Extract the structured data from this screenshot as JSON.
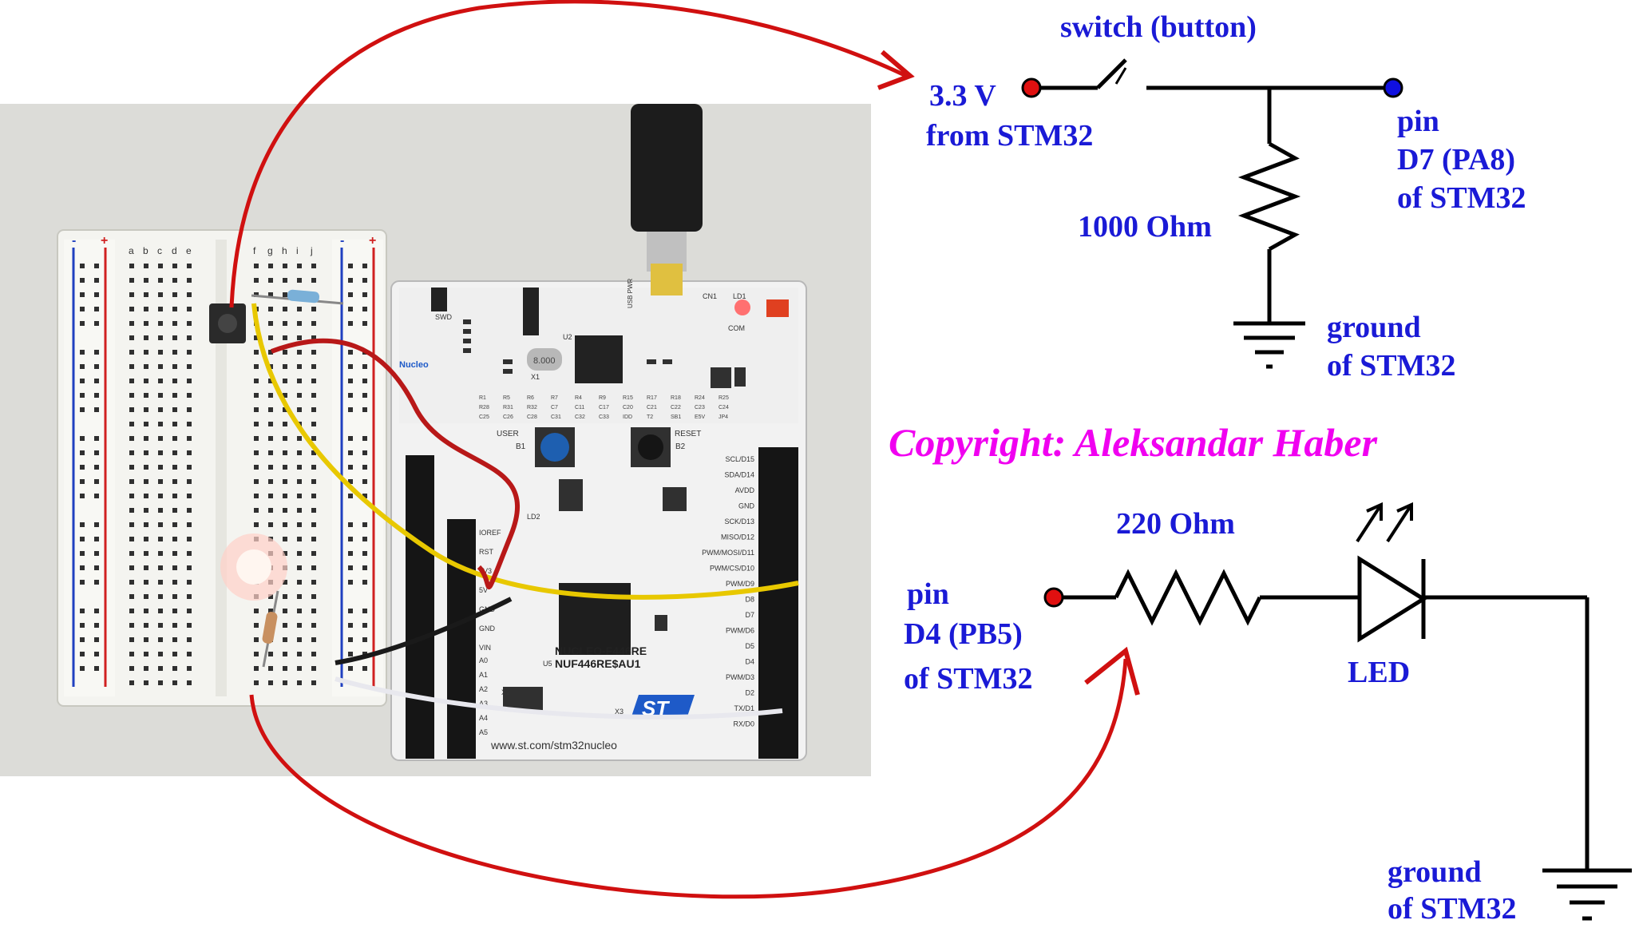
{
  "schematic_top": {
    "switch_label": "switch (button)",
    "source_label": [
      "3.3 V",
      "from STM32"
    ],
    "resistor_label": "1000 Ohm",
    "pin_label": [
      "pin",
      "D7 (PA8)",
      "of STM32"
    ],
    "ground_label": [
      "ground",
      "of STM32"
    ]
  },
  "copyright": "Copyright: Aleksandar Haber",
  "schematic_bottom": {
    "pin_label": [
      "pin",
      "D4 (PB5)",
      "of STM32"
    ],
    "resistor_label": "220 Ohm",
    "led_label": "LED",
    "ground_label": [
      "ground",
      "of STM32"
    ]
  },
  "photo": {
    "board_labels": {
      "model": "NUCLEO-F446RE",
      "model_code": "NUF446RE$AU1",
      "url": "www.st.com/stm32nucleo",
      "logo": "ST",
      "nucleo": "Nucleo",
      "user_btn": "USER",
      "reset_btn": "RESET",
      "b1": "B1",
      "b2": "B2",
      "crystal": "8.000",
      "usb_pwr": "USB PWR",
      "ld1": "LD1",
      "ld2": "LD2",
      "cn1": "CN1",
      "swd": "SWD",
      "com": "COM",
      "u2": "U2",
      "u5": "U5",
      "x1": "X1",
      "x2": "X2",
      "x3": "X3",
      "pin_names": [
        "SCL/D15",
        "SDA/D14",
        "AVDD",
        "GND",
        "SCK/D13",
        "MISO/D12",
        "PWM/MOSI/D11",
        "PWM/CS/D10",
        "PWM/D9",
        "D8",
        "D7",
        "PWM/D6",
        "D5",
        "D4",
        "PWM/D3",
        "D2",
        "TX/D1",
        "RX/D0"
      ],
      "left_header": [
        "IOREF",
        "RST",
        "3V3",
        "5V",
        "GND",
        "GND",
        "VIN"
      ],
      "analog": [
        "A0",
        "A1",
        "A2",
        "A3",
        "A4",
        "A5"
      ],
      "components": [
        "R1",
        "R5",
        "R6",
        "R7",
        "R4",
        "R9",
        "R15",
        "R17",
        "R18",
        "R24",
        "R25",
        "R28",
        "R31",
        "R32",
        "C7",
        "C11",
        "C17",
        "C20",
        "C21",
        "C22",
        "C23",
        "C24",
        "C25",
        "C26",
        "C28",
        "C31",
        "C32",
        "C33",
        "IDD",
        "T2",
        "SB1",
        "E5V",
        "JP4"
      ]
    },
    "breadboard": {
      "columns": [
        "a",
        "b",
        "c",
        "d",
        "e",
        "f",
        "g",
        "h",
        "i",
        "j"
      ],
      "rails": [
        "-",
        "+"
      ]
    }
  },
  "colors": {
    "label_blue": "#1a1ad6",
    "copyright_magenta": "#f000f0",
    "arrow_red": "#d01010",
    "terminal_red": "#e01010",
    "terminal_blue": "#1010e0",
    "wire_black": "#000000"
  }
}
